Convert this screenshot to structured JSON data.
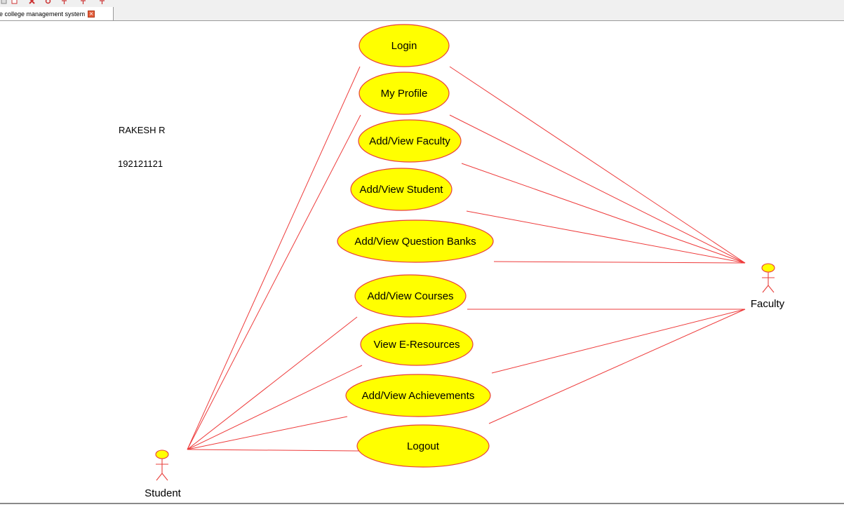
{
  "tab": {
    "label": "e college management system",
    "close_icon": "close-icon"
  },
  "notes": {
    "name": "RAKESH R",
    "id": "192121121"
  },
  "use_cases": [
    "Login",
    "My Profile",
    "Add/View Faculty",
    "Add/View Student",
    "Add/View Question Banks",
    "Add/View Courses",
    "View E-Resources",
    "Add/View Achievements",
    "Logout"
  ],
  "actors": {
    "student": "Student",
    "faculty": "Faculty"
  },
  "colors": {
    "usecase_fill": "#ffff00",
    "usecase_stroke": "#e8403c",
    "association": "#ee3b3b",
    "actor_stroke": "#e8403c",
    "actor_head_fill": "#ffff00"
  },
  "toolbar_icons": [
    "new-icon",
    "open-icon",
    "bug-icon",
    "refresh-icon",
    "arrow-icon",
    "arrow-icon",
    "arrow-icon"
  ]
}
